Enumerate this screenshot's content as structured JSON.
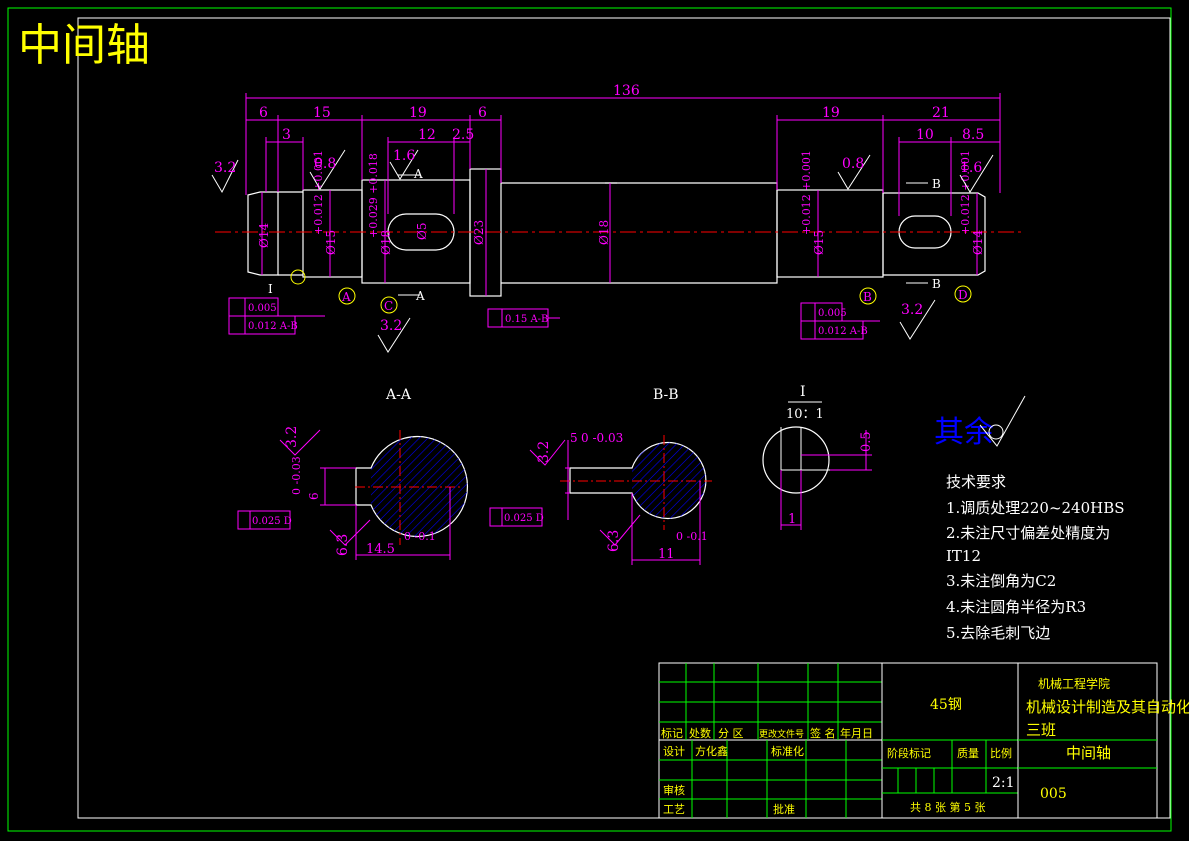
{
  "drawing_title": "中间轴",
  "overall_length": "136",
  "dims_top": [
    "6",
    "15",
    "19",
    "6",
    "19",
    "21"
  ],
  "dims_mid": [
    "3",
    "12",
    "2.5",
    "10",
    "8.5"
  ],
  "diameters": {
    "d14": "Ø14",
    "d15_left": "Ø15",
    "d15_left_tol": "+0.012 +0.001",
    "d18_key": "Ø18",
    "d18_key_tol": "+0.029 +0.018",
    "d23": "Ø23",
    "d18_mid": "Ø18",
    "d15_right": "Ø15",
    "d15_right_tol": "+0.012 +0.001",
    "d14_right": "Ø14",
    "d14_right_tol": "+0.012 +0.001",
    "key_width": "Ø5"
  },
  "roughness": [
    "3.2",
    "0.8",
    "1.6",
    "3.2",
    "0.8",
    "1.6",
    "3.2"
  ],
  "datums": [
    "A",
    "B",
    "C",
    "D"
  ],
  "detail_label": "I",
  "section_marks": {
    "a": "A",
    "b": "B"
  },
  "tolerance_frames": {
    "left_1": "0.005",
    "left_2": "0.012 A-B",
    "mid": "0.15 A-B",
    "right_1": "0.005",
    "right_2": "0.012 A-B"
  },
  "section_aa": {
    "title": "A-A",
    "dim_depth": "14.5",
    "dim_depth_tol": "0 -0.1",
    "dim_width": "6",
    "dim_width_tol": "0 -0.03",
    "roughness_1": "3.2",
    "roughness_2": "6.3",
    "tol_frame": "0.025 D"
  },
  "section_bb": {
    "title": "B-B",
    "dim_depth": "11",
    "dim_depth_tol": "0 -0.1",
    "dim_width": "5",
    "dim_width_tol": "0 -0.03",
    "roughness_1": "3.2",
    "roughness_2": "6.3",
    "tol_frame": "0.025 D"
  },
  "detail_i": {
    "title": "I",
    "scale": "10：1",
    "dim_1": "1",
    "dim_2": "0.5"
  },
  "remaining_roughness_label": "其余",
  "tech_req": {
    "title": "技术要求",
    "items": [
      "1.调质处理220~240HBS",
      "2.未注尺寸偏差处精度为",
      "IT12",
      "3.未注倒角为C2",
      "4.未注圆角半径为R3",
      "5.去除毛刺飞边"
    ]
  },
  "title_block": {
    "material": "45钢",
    "school": "机械工程学院",
    "class": "机械设计制造及其自动化",
    "class2": "三班",
    "part_name": "中间轴",
    "drawing_no": "005",
    "scale": "2:1",
    "sheets": "共 8 张  第 5 张",
    "header_row": [
      "标记",
      "处数",
      "分 区",
      "更改文件号",
      "签 名",
      "年月日"
    ],
    "design": "设计",
    "designer": "方化鑫",
    "standardize": "标准化",
    "stage_labels": [
      "阶段标记",
      "质量",
      "比例"
    ],
    "review": "审核",
    "process": "工艺",
    "approve": "批准"
  },
  "colors": {
    "background": "#000000",
    "frame": "#00ff00",
    "outline": "#ffffff",
    "dimension": "#ff00ff",
    "centerline": "#ff0000",
    "hatch": "#0000ff",
    "title_text": "#ffff00"
  }
}
